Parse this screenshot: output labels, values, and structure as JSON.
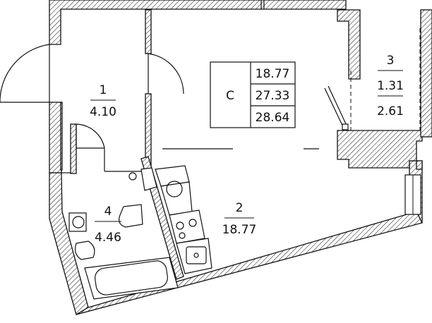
{
  "summary_box": {
    "type_label": "С",
    "values": [
      "18.77",
      "27.33",
      "28.64"
    ]
  },
  "rooms": [
    {
      "number": "1",
      "area": "4.10"
    },
    {
      "number": "2",
      "area": "18.77"
    },
    {
      "number": "3",
      "area": "1.31",
      "extra": "2.61"
    },
    {
      "number": "4",
      "area": "4.46"
    }
  ]
}
